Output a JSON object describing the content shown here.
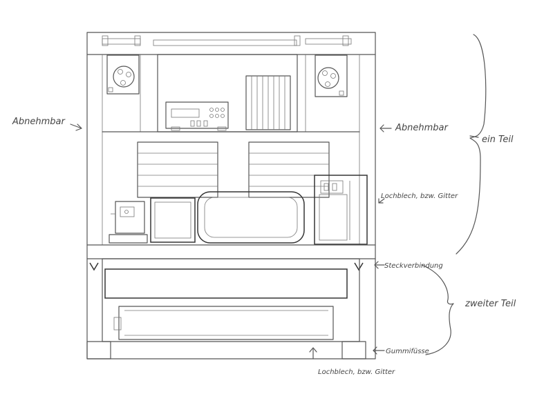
{
  "labels": {
    "abnehmbar_left": "Abnehmbar",
    "abnehmbar_right": "Abnehmbar",
    "ein_teil": "ein Teil",
    "lochblech_right": "Lochblech, bzw. Gitter",
    "steckverbindung": "Steckverbindung",
    "zweiter_teil": "zweiter Teil",
    "gummifuesse": "Gummifüsse",
    "lochblech_bottom": "Lochblech, bzw. Gitter"
  }
}
